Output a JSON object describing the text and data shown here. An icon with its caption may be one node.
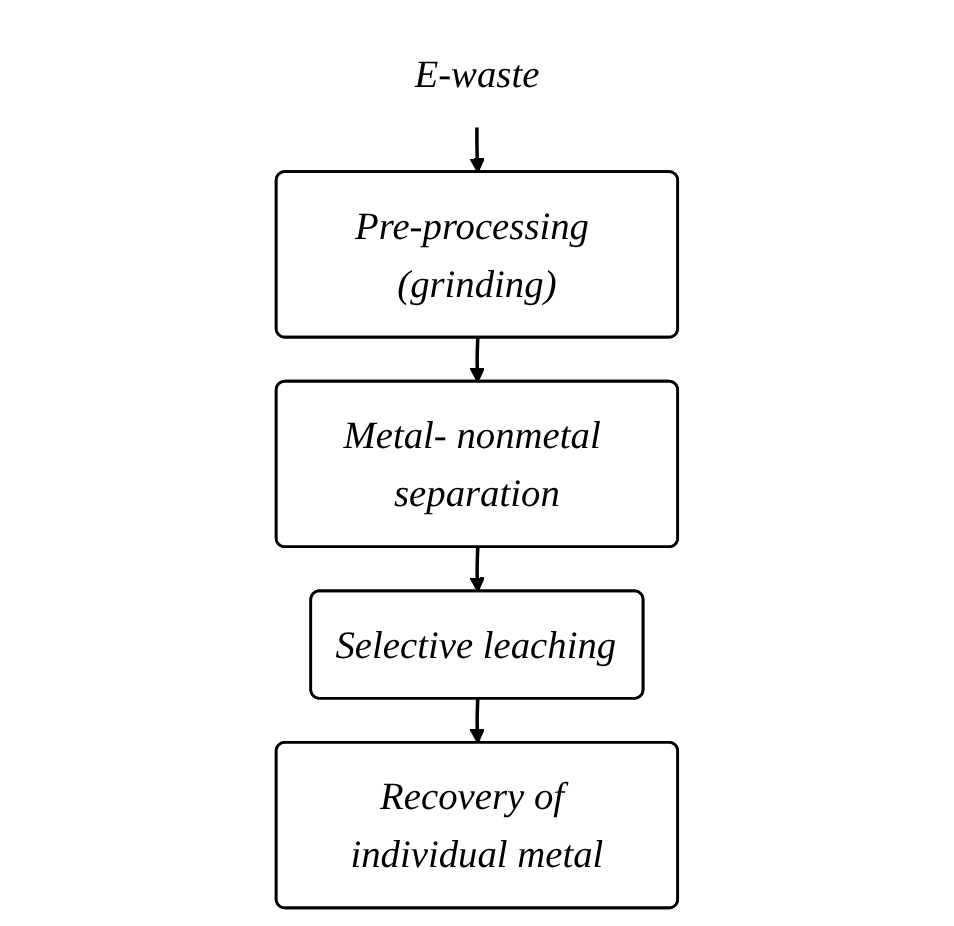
{
  "diagram": {
    "nodes": [
      {
        "text": [
          "E-waste"
        ]
      },
      {
        "text": [
          "Pre-processing (grinding)"
        ]
      },
      {
        "text": [
          "Metal- nonmetal separation"
        ]
      },
      {
        "text": [
          "Selective leaching"
        ]
      },
      {
        "text": [
          "Recovery of individual metal"
        ]
      }
    ],
    "edges": [
      {
        "from": 0,
        "to": 1,
        "arrow": "to"
      },
      {
        "from": 1,
        "to": 2,
        "arrow": "to"
      },
      {
        "from": 2,
        "to": 3,
        "arrow": "to"
      },
      {
        "from": 3,
        "to": 4,
        "arrow": "to"
      }
    ]
  }
}
